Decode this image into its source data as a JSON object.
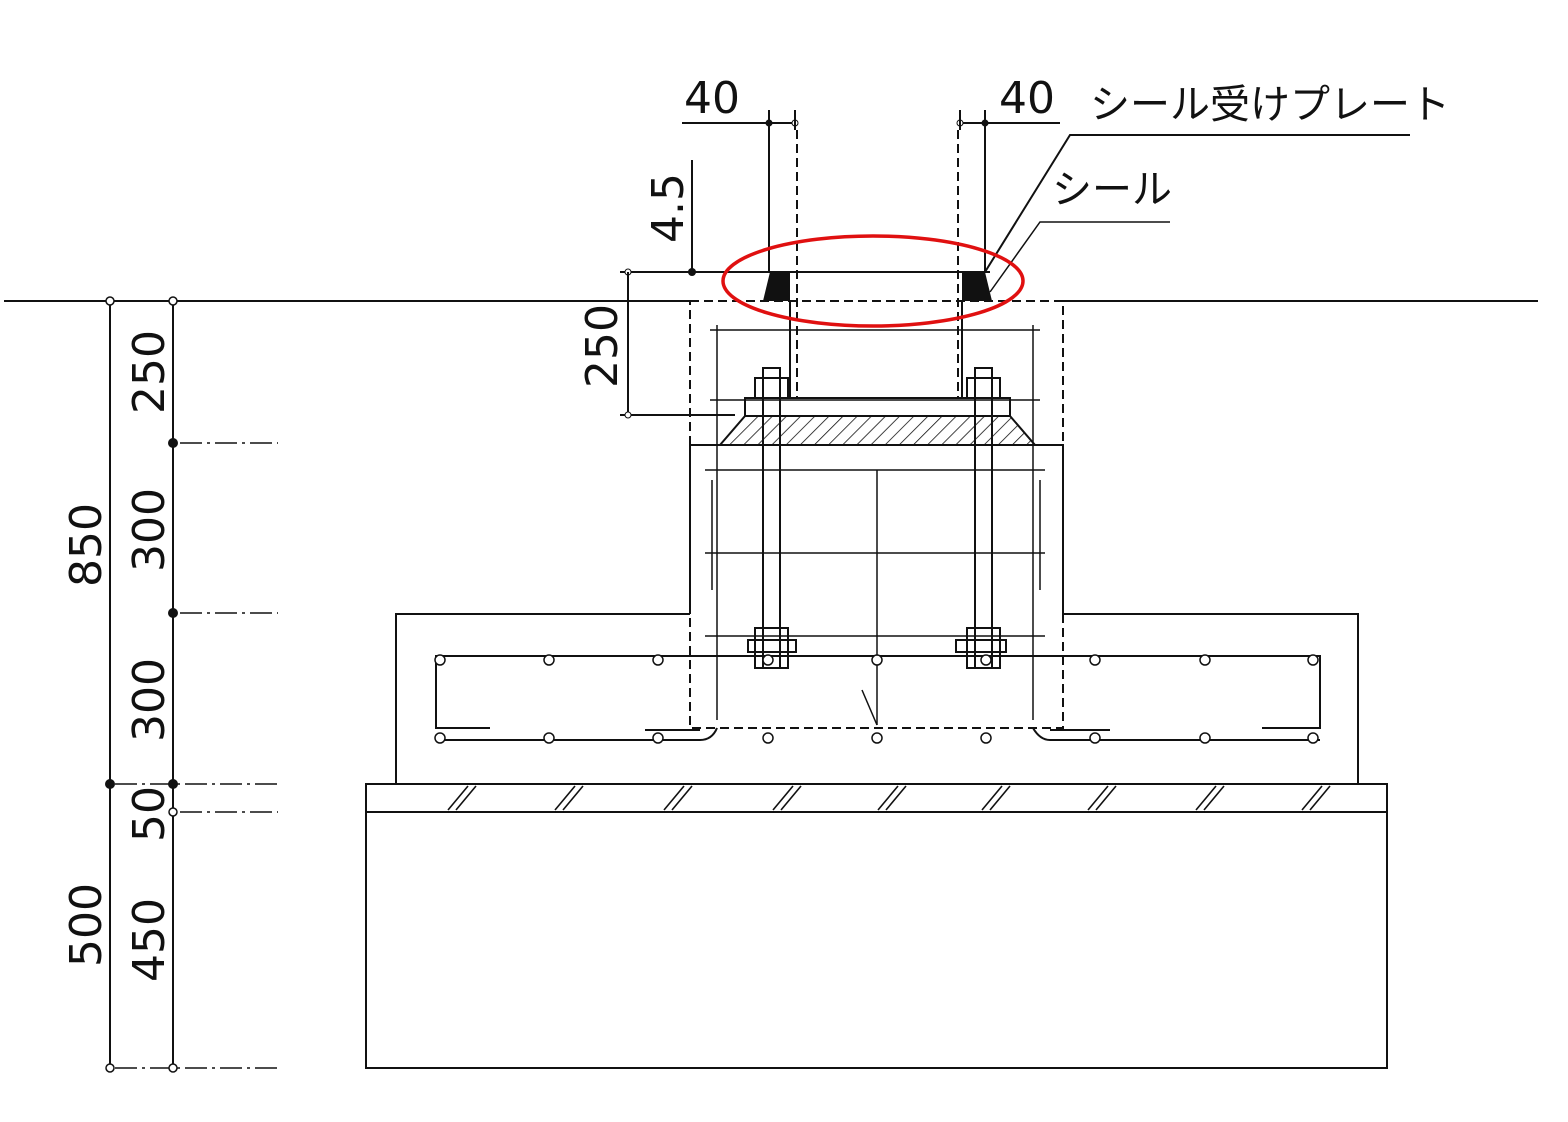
{
  "labels": {
    "seal_plate": "シール受けプレート",
    "seal": "シール"
  },
  "dimensions": {
    "top_left_width": "40",
    "top_right_width": "40",
    "seal_height": "4.5",
    "anchor_depth": "250",
    "left_stack": [
      "250",
      "300",
      "300",
      "50",
      "450"
    ],
    "left_totals": [
      "850",
      "500"
    ]
  },
  "colors": {
    "highlight": "#e01010",
    "line": "#111111"
  }
}
